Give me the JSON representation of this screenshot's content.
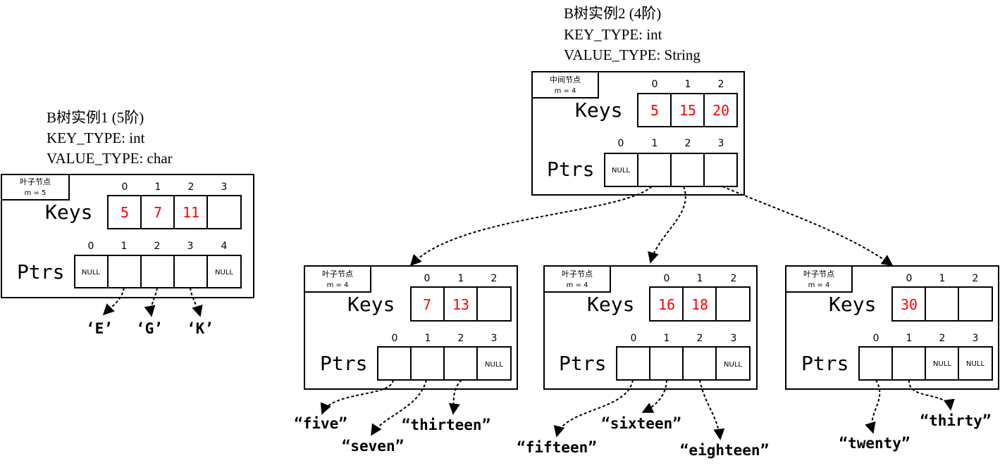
{
  "tree1": {
    "title": "B树实例1 (5阶)",
    "key_type": "KEY_TYPE: int",
    "value_type": "VALUE_TYPE: char",
    "node": {
      "kind": "叶子节点",
      "order": "m = 5",
      "keys_label": "Keys",
      "ptrs_label": "Ptrs",
      "key_indices": [
        "0",
        "1",
        "2",
        "3"
      ],
      "keys": [
        "5",
        "7",
        "11",
        ""
      ],
      "ptr_indices": [
        "0",
        "1",
        "2",
        "3",
        "4"
      ],
      "ptrs": [
        "NULL",
        "",
        "",
        "",
        "NULL"
      ]
    },
    "values": [
      "‘E’",
      "‘G’",
      "‘K’"
    ]
  },
  "tree2": {
    "title": "B树实例2 (4阶)",
    "key_type": "KEY_TYPE: int",
    "value_type": "VALUE_TYPE: String",
    "root": {
      "kind": "中间节点",
      "order": "m = 4",
      "keys_label": "Keys",
      "ptrs_label": "Ptrs",
      "key_indices": [
        "0",
        "1",
        "2"
      ],
      "keys": [
        "5",
        "15",
        "20"
      ],
      "ptr_indices": [
        "0",
        "1",
        "2",
        "3"
      ],
      "ptrs": [
        "NULL",
        "",
        "",
        ""
      ]
    },
    "leaves": [
      {
        "kind": "叶子节点",
        "order": "m = 4",
        "keys_label": "Keys",
        "ptrs_label": "Ptrs",
        "key_indices": [
          "0",
          "1",
          "2"
        ],
        "keys": [
          "7",
          "13",
          ""
        ],
        "ptr_indices": [
          "0",
          "1",
          "2",
          "3"
        ],
        "ptrs": [
          "",
          "",
          "",
          "NULL"
        ],
        "values": [
          "“five”",
          "“seven”",
          "“thirteen”"
        ]
      },
      {
        "kind": "叶子节点",
        "order": "m = 4",
        "keys_label": "Keys",
        "ptrs_label": "Ptrs",
        "key_indices": [
          "0",
          "1",
          "2"
        ],
        "keys": [
          "16",
          "18",
          ""
        ],
        "ptr_indices": [
          "0",
          "1",
          "2",
          "3"
        ],
        "ptrs": [
          "",
          "",
          "",
          "NULL"
        ],
        "values": [
          "“fifteen”",
          "“sixteen”",
          "“eighteen”"
        ]
      },
      {
        "kind": "叶子节点",
        "order": "m = 4",
        "keys_label": "Keys",
        "ptrs_label": "Ptrs",
        "key_indices": [
          "0",
          "1",
          "2"
        ],
        "keys": [
          "30",
          "",
          ""
        ],
        "ptr_indices": [
          "0",
          "1",
          "2",
          "3"
        ],
        "ptrs": [
          "",
          "",
          "NULL",
          "NULL"
        ],
        "values": [
          "“twenty”",
          "“thirty”"
        ]
      }
    ]
  },
  "colors": {
    "key_text": "#ff0000",
    "stroke": "#000000",
    "background": "#ffffff"
  }
}
